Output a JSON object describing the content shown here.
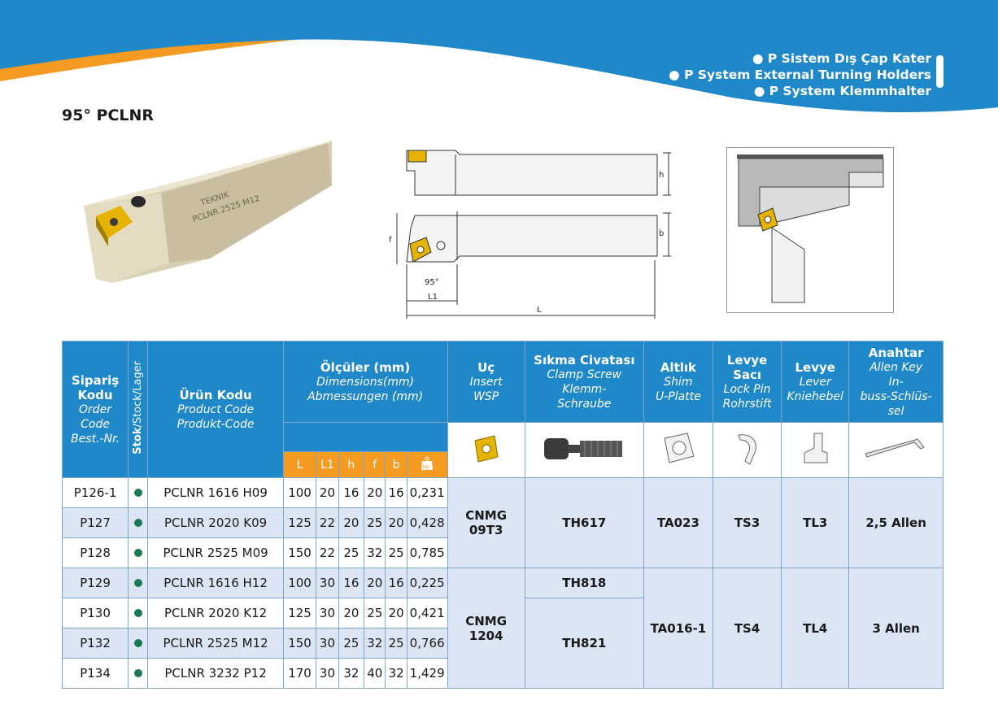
{
  "header": {
    "series_lines": [
      "● P Sistem Dış Çap Kater",
      "● P System External Turning Holders",
      "● P System Klemmhalter"
    ],
    "colors": {
      "blue": "#1f88c8",
      "orange": "#f59b22",
      "row_alt": "#dce5f3",
      "stock_dot": "#1a7a52"
    }
  },
  "title": "95° PCLNR",
  "photo": {
    "brand": "TEKNIK",
    "marking": "PCLNR 2525 M12"
  },
  "drawing": {
    "labels": {
      "h": "h",
      "b": "b",
      "f": "f",
      "angle": "95°",
      "l1": "L1",
      "l": "L"
    }
  },
  "table": {
    "headers": {
      "order": [
        "Sipariş",
        "Kodu",
        "Order",
        "Code",
        "Best.-Nr."
      ],
      "stock": {
        "bold": "Stok",
        "rest": "/Stock/Lager"
      },
      "product": [
        "Ürün Kodu",
        "Product Code",
        "Produkt-Code"
      ],
      "dims": [
        "Ölçüler (mm)",
        "Dimensions(mm)",
        "Abmessungen (mm)"
      ],
      "insert": [
        "Uç",
        "Insert",
        "WSP"
      ],
      "clamp": [
        "Sıkma Civatası",
        "Clamp Screw",
        "Klemm-",
        "Schraube"
      ],
      "shim": [
        "Altlık",
        "Shim",
        "U-Platte"
      ],
      "lockpin": [
        "Levye",
        "Sacı",
        "Lock Pin",
        "Rohrstift"
      ],
      "lever": [
        "Levye",
        "Lever",
        "Kniehebel"
      ],
      "key": [
        "Anahtar",
        "Allen Key",
        "In-",
        "buss-Schlüs-",
        "sel"
      ]
    },
    "dim_cols": [
      "L",
      "L1",
      "h",
      "f",
      "b"
    ],
    "icons": [
      "insert-icon",
      "clamp-screw-icon",
      "shim-icon",
      "lock-pin-icon",
      "lever-icon",
      "allen-key-icon",
      "weight-kg-icon"
    ],
    "rows": [
      {
        "code": "P126-1",
        "product": "PCLNR 1616 H09",
        "L": "100",
        "L1": "20",
        "h": "16",
        "f": "20",
        "b": "16",
        "kg": "0,231"
      },
      {
        "code": "P127",
        "product": "PCLNR 2020 K09",
        "L": "125",
        "L1": "22",
        "h": "20",
        "f": "25",
        "b": "20",
        "kg": "0,428"
      },
      {
        "code": "P128",
        "product": "PCLNR 2525 M09",
        "L": "150",
        "L1": "22",
        "h": "25",
        "f": "32",
        "b": "25",
        "kg": "0,785"
      },
      {
        "code": "P129",
        "product": "PCLNR 1616 H12",
        "L": "100",
        "L1": "30",
        "h": "16",
        "f": "20",
        "b": "16",
        "kg": "0,225"
      },
      {
        "code": "P130",
        "product": "PCLNR 2020 K12",
        "L": "125",
        "L1": "30",
        "h": "20",
        "f": "25",
        "b": "20",
        "kg": "0,421"
      },
      {
        "code": "P132",
        "product": "PCLNR 2525 M12",
        "L": "150",
        "L1": "30",
        "h": "25",
        "f": "32",
        "b": "25",
        "kg": "0,766"
      },
      {
        "code": "P134",
        "product": "PCLNR 3232 P12",
        "L": "170",
        "L1": "30",
        "h": "32",
        "f": "40",
        "b": "32",
        "kg": "1,429"
      }
    ],
    "group1": {
      "insert": [
        "CNMG",
        "09T3"
      ],
      "clamp": "TH617",
      "shim": "TA023",
      "lockpin": "TS3",
      "lever": "TL3",
      "key": "2,5 Allen"
    },
    "group2": {
      "insert": "CNMG 1204",
      "clamp_a": "TH818",
      "clamp_b": "TH821",
      "shim": "TA016-1",
      "lockpin": "TS4",
      "lever": "TL4",
      "key": "3 Allen"
    }
  }
}
